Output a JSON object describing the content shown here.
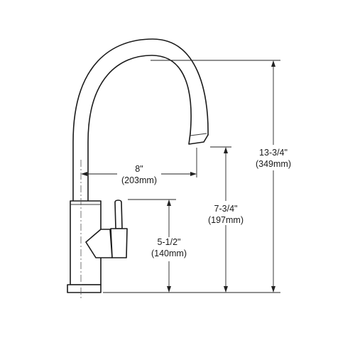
{
  "dimensions": {
    "reach": {
      "imperial": "8\"",
      "metric": "(203mm)"
    },
    "handle_height": {
      "imperial": "5-1/2\"",
      "metric": "(140mm)"
    },
    "spout_height": {
      "imperial": "7-3/4\"",
      "metric": "(197mm)"
    },
    "overall_height": {
      "imperial": "13-3/4\"",
      "metric": "(349mm)"
    }
  }
}
